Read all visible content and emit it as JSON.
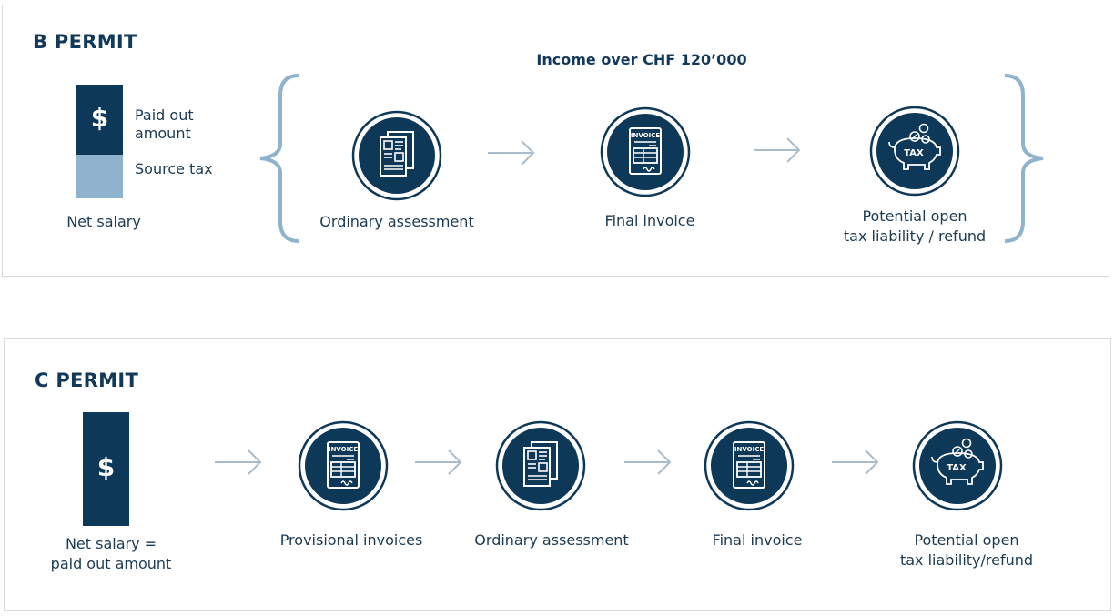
{
  "b_permit": {
    "title": "B PERMIT",
    "header": "Income over CHF 120’000",
    "bar": {
      "currency_symbol": "$",
      "paid_label": "Paid out\namount",
      "paid_label_l1": "Paid out",
      "paid_label_l2": "amount",
      "source_tax_label": "Source tax",
      "caption": "Net salary",
      "paid_color": "#0e3857",
      "source_tax_color": "#8fb3cc"
    },
    "steps": [
      {
        "icon": "document-icon",
        "label": "Ordinary assessment"
      },
      {
        "icon": "invoice-icon",
        "label": "Final invoice"
      },
      {
        "icon": "tax-piggy-bank-icon",
        "label_l1": "Potential open",
        "label_l2": "tax liability / refund"
      }
    ]
  },
  "c_permit": {
    "title": "C PERMIT",
    "bar": {
      "currency_symbol": "$",
      "caption_l1": "Net salary =",
      "caption_l2": "paid out amount",
      "color": "#0e3857"
    },
    "steps": [
      {
        "icon": "invoice-icon",
        "label": "Provisional invoices"
      },
      {
        "icon": "document-icon",
        "label": "Ordinary assessment"
      },
      {
        "icon": "invoice-icon",
        "label": "Final invoice"
      },
      {
        "icon": "tax-piggy-bank-icon",
        "label_l1": "Potential open",
        "label_l2": "tax liability/refund"
      }
    ]
  },
  "icon_texts": {
    "invoice": "INVOICE",
    "tax": "TAX"
  },
  "colors": {
    "navy": "#0e3857",
    "light_blue": "#8fb3cc",
    "arrow": "#a9bccb",
    "brace": "#8fb3cc"
  }
}
